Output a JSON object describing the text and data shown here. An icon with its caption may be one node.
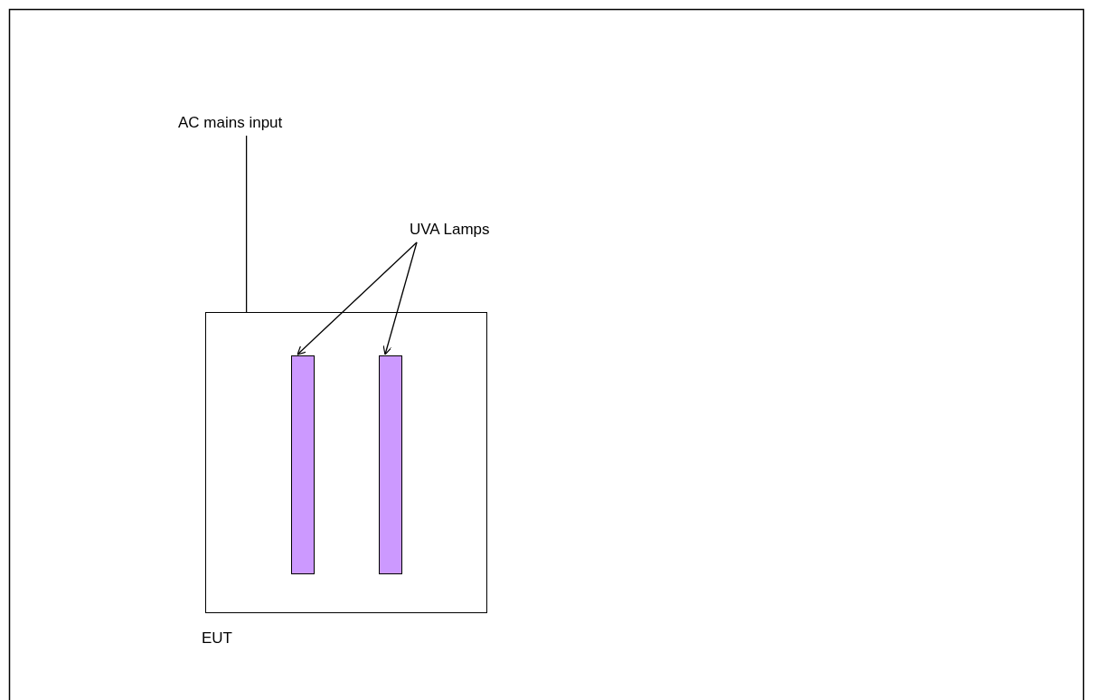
{
  "diagram": {
    "nodes": [
      {
        "text": [
          "AC mains input"
        ]
      },
      {
        "text": [
          "EUT"
        ]
      },
      {
        "text": [],
        "shape": "bar",
        "in": 1
      },
      {
        "text": [],
        "shape": "bar",
        "in": 1
      },
      {
        "text": [
          "UVA Lamps"
        ]
      }
    ],
    "edges": [
      {
        "from": 0,
        "to": 1,
        "arrow": "none"
      },
      {
        "from": 4,
        "to": 2,
        "arrow": "to"
      },
      {
        "from": 4,
        "to": 3,
        "arrow": "to"
      }
    ]
  }
}
